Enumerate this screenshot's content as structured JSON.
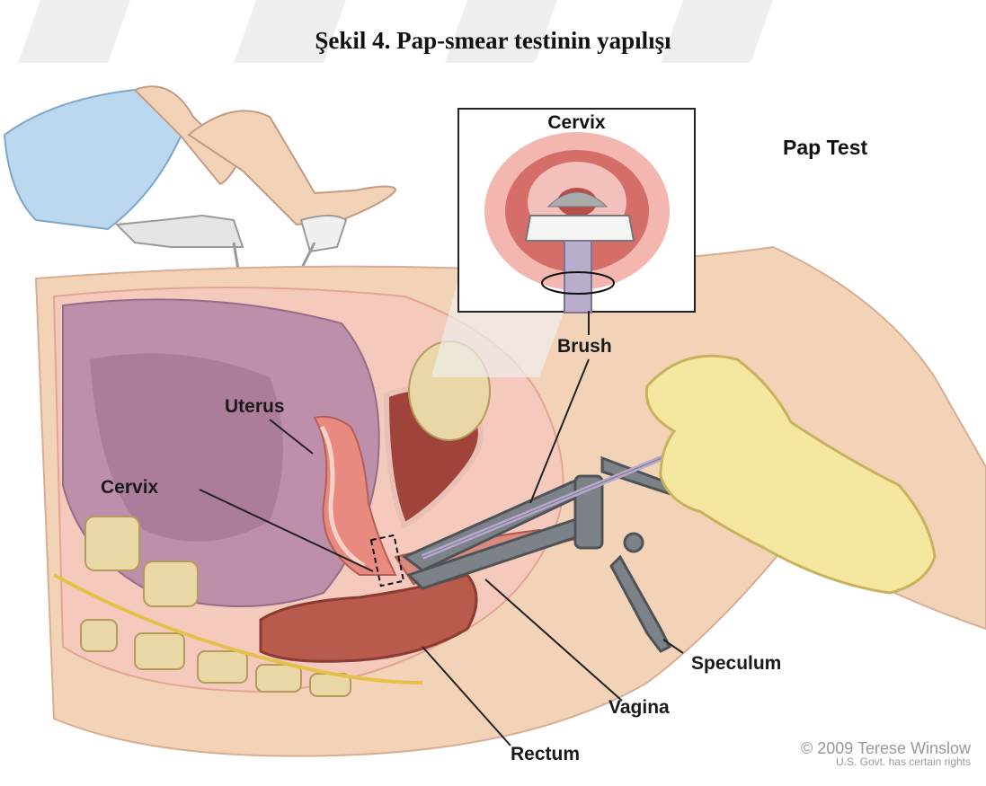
{
  "figure": {
    "caption": "Şekil 4. Pap-smear testinin yapılışı",
    "title": "Pap Test",
    "inset_title": "Cervix",
    "labels": {
      "brush": "Brush",
      "uterus": "Uterus",
      "cervix": "Cervix",
      "speculum": "Speculum",
      "vagina": "Vagina",
      "rectum": "Rectum"
    },
    "copyright": {
      "line1": "© 2009 Terese Winslow",
      "line2": "U.S. Govt. has certain rights"
    }
  },
  "colors": {
    "skin": "#f3d3b8",
    "tissue_pink": "#f2b3aa",
    "uterus_muscle": "#e98a80",
    "bladder_purple": "#b889a8",
    "rectum_red": "#b85a4c",
    "bone": "#ead7a6",
    "glove": "#f5e7a0",
    "gown": "#bcd8ef",
    "instrument": "#7d8288"
  }
}
